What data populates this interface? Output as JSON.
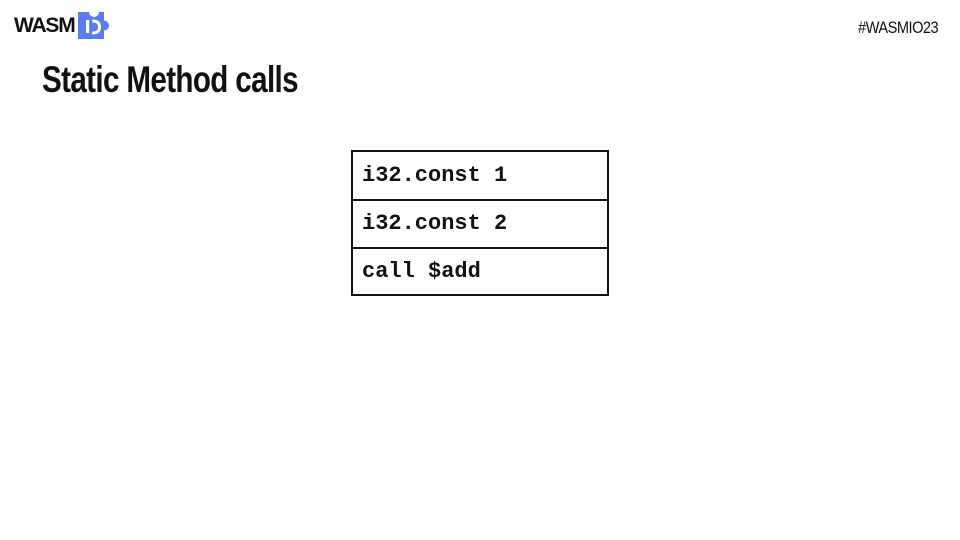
{
  "header": {
    "logo_text": "WASM",
    "logo_mark": "wasm-io-puzzle-logo",
    "hashtag": "#WASMIO23",
    "brand_color": "#5b7cf0"
  },
  "slide": {
    "title": "Static Method calls"
  },
  "stack": {
    "rows": [
      "i32.const 1",
      "i32.const 2",
      "call $add"
    ]
  }
}
